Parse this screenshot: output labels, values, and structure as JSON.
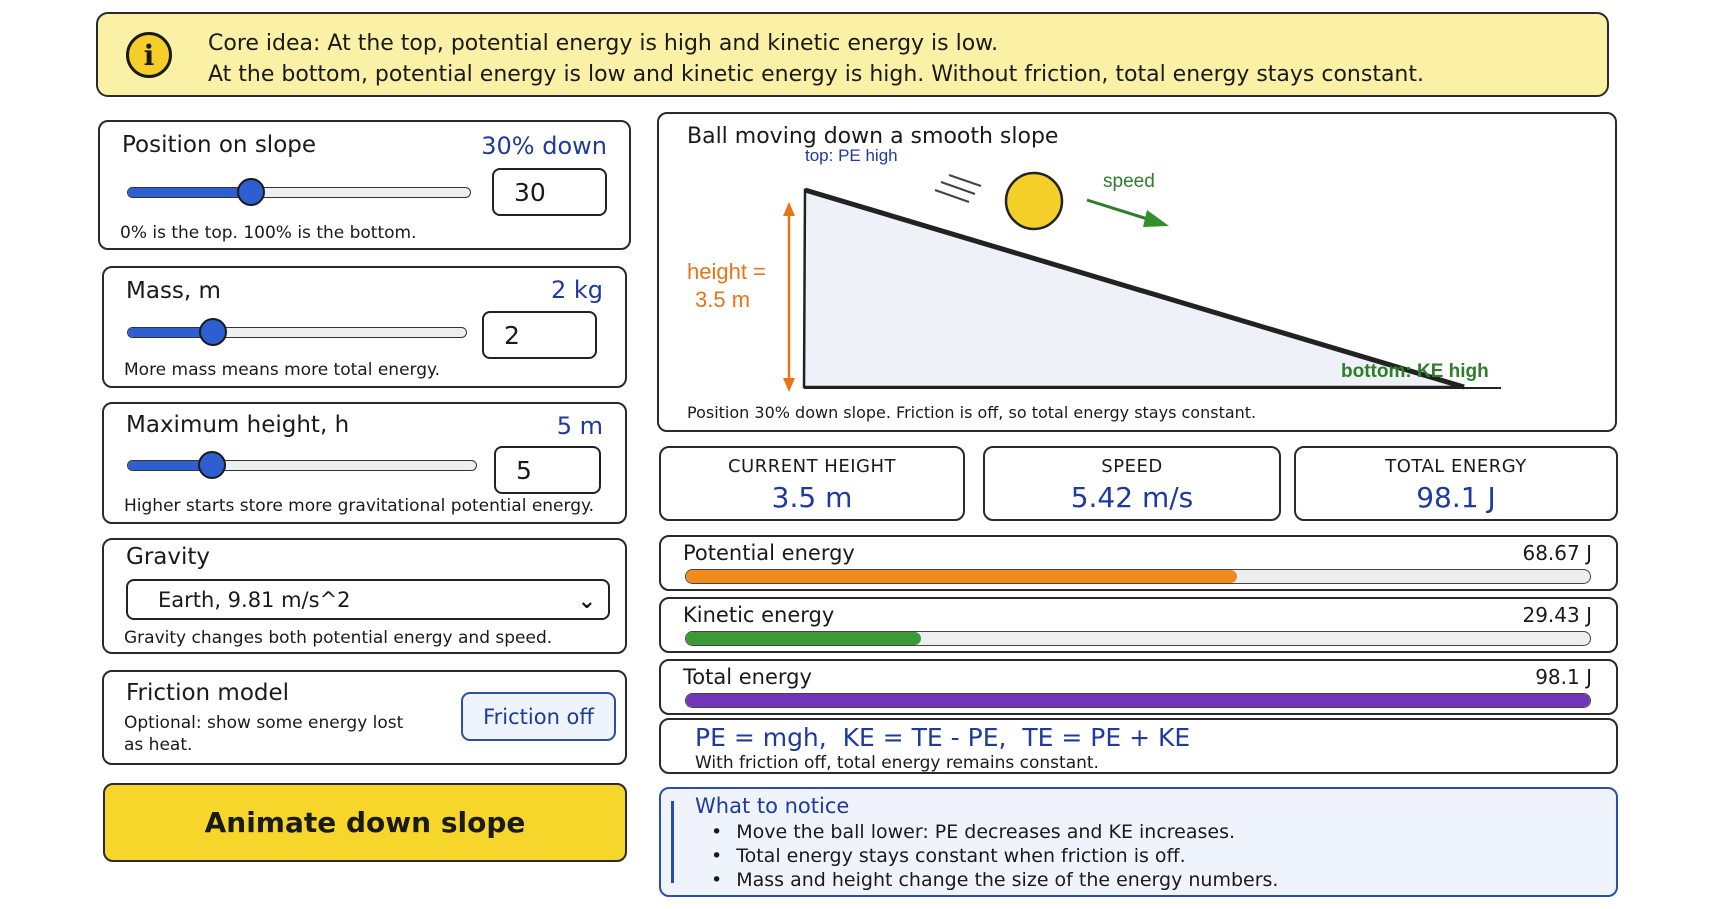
{
  "banner": {
    "icon": "info-icon",
    "line1": "Core idea: At the top, potential energy is high and kinetic energy is low.",
    "line2": "At the bottom, potential energy is low and kinetic energy is high. Without friction, total energy stays constant."
  },
  "controls": {
    "position": {
      "title": "Position on slope",
      "value_label": "30% down",
      "input_value": "30",
      "hint": "0% is the top. 100% is the bottom.",
      "slider_fraction": 0.36
    },
    "mass": {
      "title": "Mass, m",
      "value_label": "2 kg",
      "input_value": "2",
      "hint": "More mass means more total energy.",
      "slider_fraction": 0.25
    },
    "height": {
      "title": "Maximum height, h",
      "value_label": "5 m",
      "input_value": "5",
      "hint": "Higher starts store more gravitational potential energy.",
      "slider_fraction": 0.24
    },
    "gravity": {
      "title": "Gravity",
      "selected": "Earth, 9.81 m/s^2",
      "hint": "Gravity changes both potential energy and speed."
    },
    "friction": {
      "title": "Friction model",
      "hint": "Optional: show some energy lost as heat.",
      "button_label": "Friction off"
    },
    "animate_label": "Animate down slope"
  },
  "slope": {
    "title": "Ball moving down a smooth slope",
    "top_label": "top: PE high",
    "bottom_label": "bottom: KE high",
    "speed_label": "speed",
    "height_label_1": "height =",
    "height_label_2": "3.5 m",
    "caption": "Position 30% down slope. Friction is off, so total energy stays constant.",
    "ball_position_fraction": 0.3
  },
  "stats": {
    "height": {
      "label": "CURRENT HEIGHT",
      "value": "3.5 m"
    },
    "speed": {
      "label": "SPEED",
      "value": "5.42 m/s"
    },
    "total": {
      "label": "TOTAL ENERGY",
      "value": "98.1 J"
    }
  },
  "energy": {
    "potential": {
      "label": "Potential energy",
      "value": "68.67 J",
      "fraction": 0.61,
      "color": "#f08a1c"
    },
    "kinetic": {
      "label": "Kinetic energy",
      "value": "29.43 J",
      "fraction": 0.26,
      "color": "#3a9a35"
    },
    "total": {
      "label": "Total energy",
      "value": "98.1 J",
      "fraction": 1.0,
      "color": "#7035b8"
    }
  },
  "formula": {
    "text": "PE = mgh,  KE = TE - PE,  TE = PE + KE",
    "note": "With friction off, total energy remains constant."
  },
  "notice": {
    "title": "What to notice",
    "items": [
      "Move the ball lower: PE decreases and KE increases.",
      "Total energy stays constant when friction is off.",
      "Mass and height change the size of the energy numbers."
    ]
  },
  "colors": {
    "accent_blue": "#1f3a9e",
    "banner_yellow": "#fbf1a6",
    "button_yellow": "#f7d62c",
    "orange": "#e8741a",
    "green": "#2f7d2b"
  }
}
